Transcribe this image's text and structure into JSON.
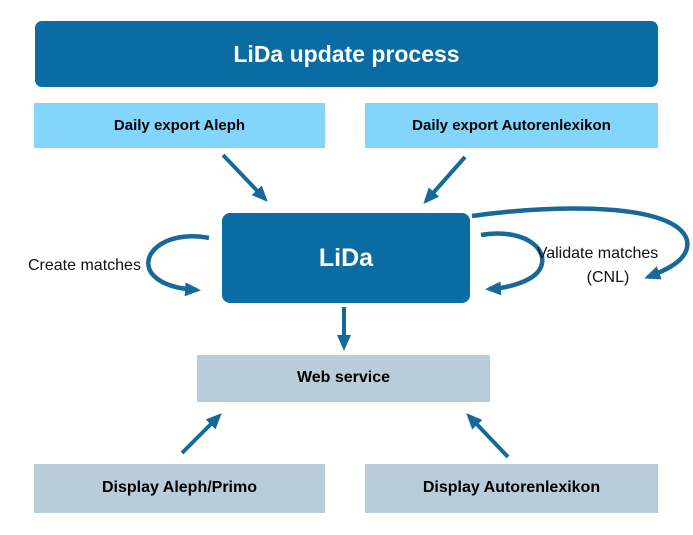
{
  "diagram": {
    "title": "LiDa update process",
    "nodes": {
      "export_aleph": "Daily export Aleph",
      "export_autorenlexikon": "Daily export Autorenlexikon",
      "lida": "LiDa",
      "web_service": "Web service",
      "display_aleph": "Display Aleph/Primo",
      "display_autorenlexikon": "Display Autorenlexikon"
    },
    "labels": {
      "create_matches": "Create matches",
      "validate_matches": "Validate matches",
      "validate_matches_sub": "(CNL)"
    },
    "colors": {
      "primary_dark": "#0a6ca2",
      "light_blue": "#84d5fc",
      "gray_blue": "#b9ccda",
      "arrow": "#17699a",
      "title_text": "#ffffff",
      "node_text": "#000000"
    }
  }
}
